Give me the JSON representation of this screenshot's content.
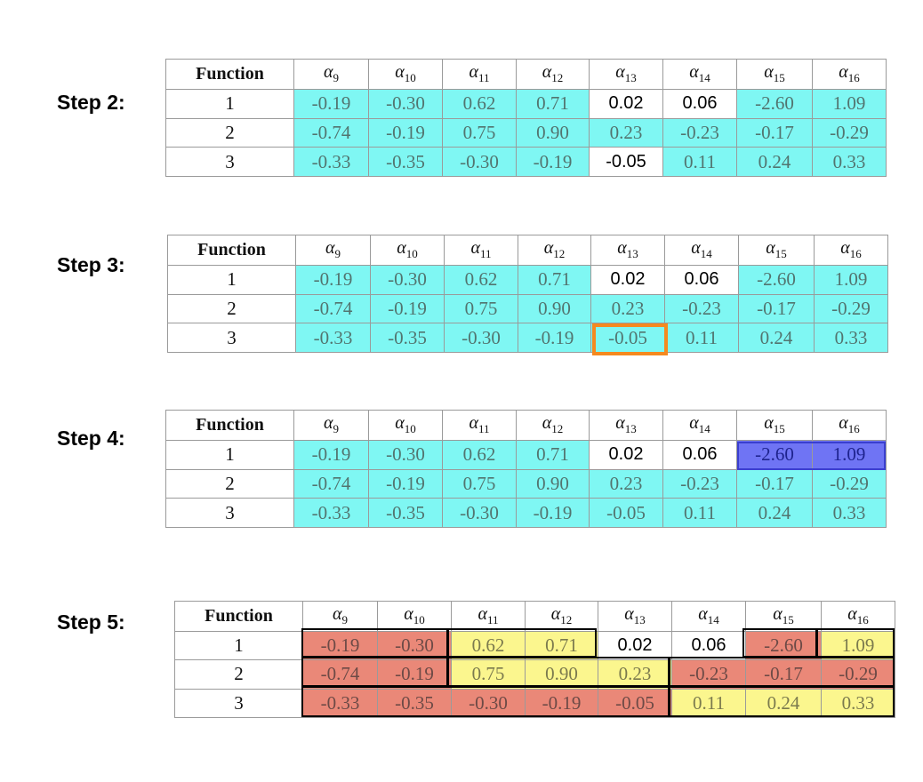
{
  "columns": {
    "function_header": "Function",
    "alpha_symbol": "α",
    "alpha_indices": [
      "9",
      "10",
      "11",
      "12",
      "13",
      "14",
      "15",
      "16"
    ]
  },
  "row_labels": [
    "1",
    "2",
    "3"
  ],
  "values": [
    [
      "-0.19",
      "-0.30",
      "0.62",
      "0.71",
      "0.02",
      "0.06",
      "-2.60",
      "1.09"
    ],
    [
      "-0.74",
      "-0.19",
      "0.75",
      "0.90",
      "0.23",
      "-0.23",
      "-0.17",
      "-0.29"
    ],
    [
      "-0.33",
      "-0.35",
      "-0.30",
      "-0.19",
      "-0.05",
      "0.11",
      "0.24",
      "0.33"
    ]
  ],
  "colors": {
    "cyan": "#7ff7f3",
    "red": "#ea8878",
    "yellow": "#fbf68e",
    "blue": "#6f74f4",
    "orange_outline": "#f5891f"
  },
  "steps": [
    {
      "label": "Step 2:",
      "highlight": [
        [
          "c",
          "c",
          "c",
          "c",
          "p",
          "p",
          "c",
          "c"
        ],
        [
          "c",
          "c",
          "c",
          "c",
          "c",
          "c",
          "c",
          "c"
        ],
        [
          "c",
          "c",
          "c",
          "c",
          "p",
          "c",
          "c",
          "c"
        ]
      ]
    },
    {
      "label": "Step 3:",
      "highlight": [
        [
          "c",
          "c",
          "c",
          "c",
          "p",
          "p",
          "c",
          "c"
        ],
        [
          "c",
          "c",
          "c",
          "c",
          "c",
          "c",
          "c",
          "c"
        ],
        [
          "c",
          "c",
          "c",
          "c",
          "c",
          "c",
          "c",
          "c"
        ]
      ],
      "outlined_cell": "row 3, α13"
    },
    {
      "label": "Step 4:",
      "highlight": [
        [
          "c",
          "c",
          "c",
          "c",
          "p",
          "p",
          "b",
          "b"
        ],
        [
          "c",
          "c",
          "c",
          "c",
          "c",
          "c",
          "c",
          "c"
        ],
        [
          "c",
          "c",
          "c",
          "c",
          "c",
          "c",
          "c",
          "c"
        ]
      ]
    },
    {
      "label": "Step 5:",
      "highlight": [
        [
          "r",
          "r",
          "y",
          "y",
          "p",
          "p",
          "r",
          "y"
        ],
        [
          "r",
          "r",
          "y",
          "y",
          "y",
          "r",
          "r",
          "r"
        ],
        [
          "r",
          "r",
          "r",
          "r",
          "r",
          "y",
          "y",
          "y"
        ]
      ]
    }
  ]
}
